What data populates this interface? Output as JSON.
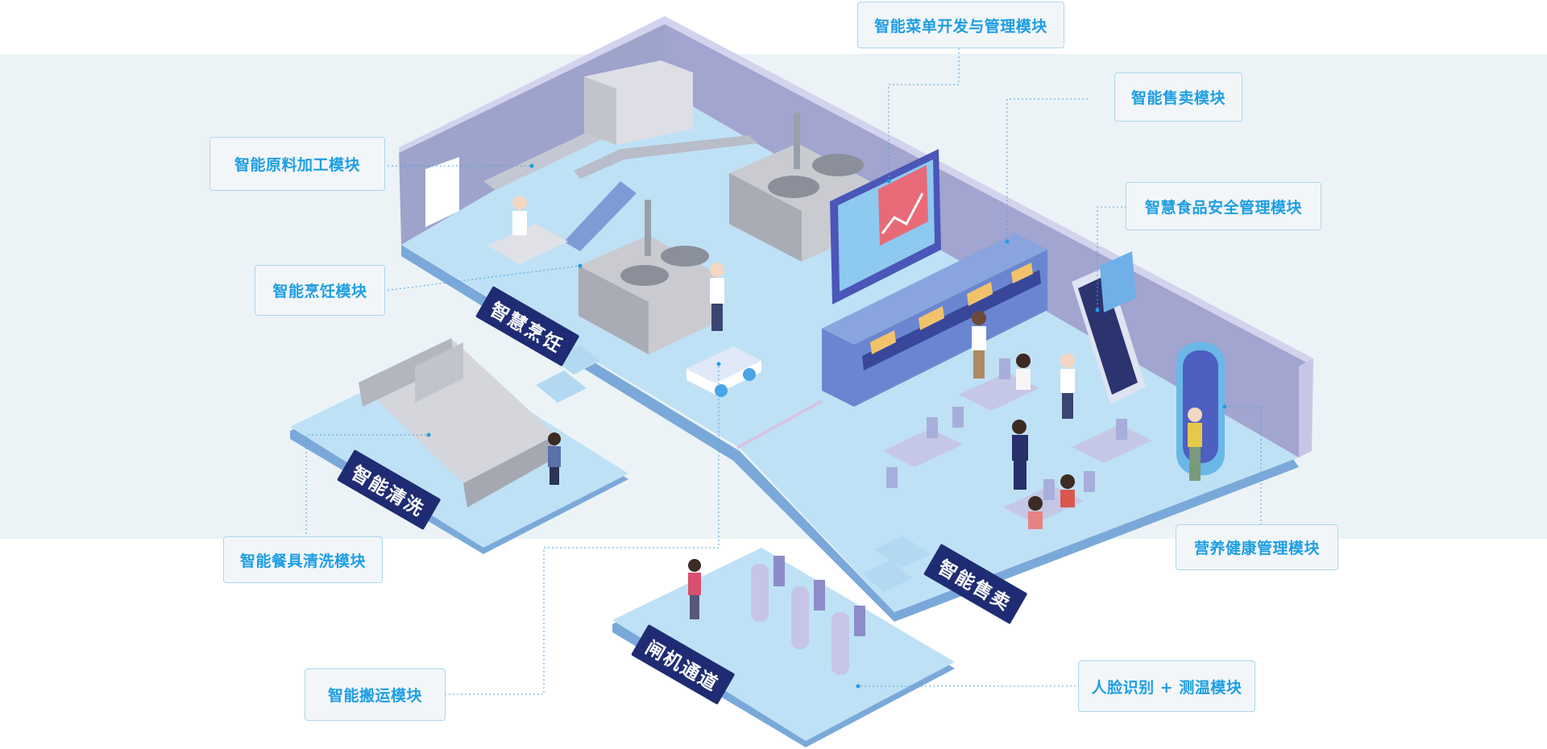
{
  "callouts": {
    "menu": "智能菜单开发与管理模块",
    "sales": "智能售卖模块",
    "raw": "智能原料加工模块",
    "safety": "智慧食品安全管理模块",
    "cooking": "智能烹饪模块",
    "washing": "智能餐具清洗模块",
    "nutrition": "营养健康管理模块",
    "face": "人脸识别 + 测温模块",
    "transport": "智能搬运模块"
  },
  "zones": {
    "cooking": "智慧烹饪",
    "cleaning": "智能清洗",
    "selling": "智能售卖",
    "gate": "闸机通道"
  },
  "colors": {
    "floor": "#bfe1f5",
    "floor_edge": "#7aa9d9",
    "wall": "#9ea3cc",
    "wall_top": "#d4d3ee",
    "label_bg": "#1f2c73",
    "callout_text": "#1e9ee4",
    "callout_border": "#aad7ec",
    "screen": "#e86a78",
    "band": "#ecf3f6"
  }
}
